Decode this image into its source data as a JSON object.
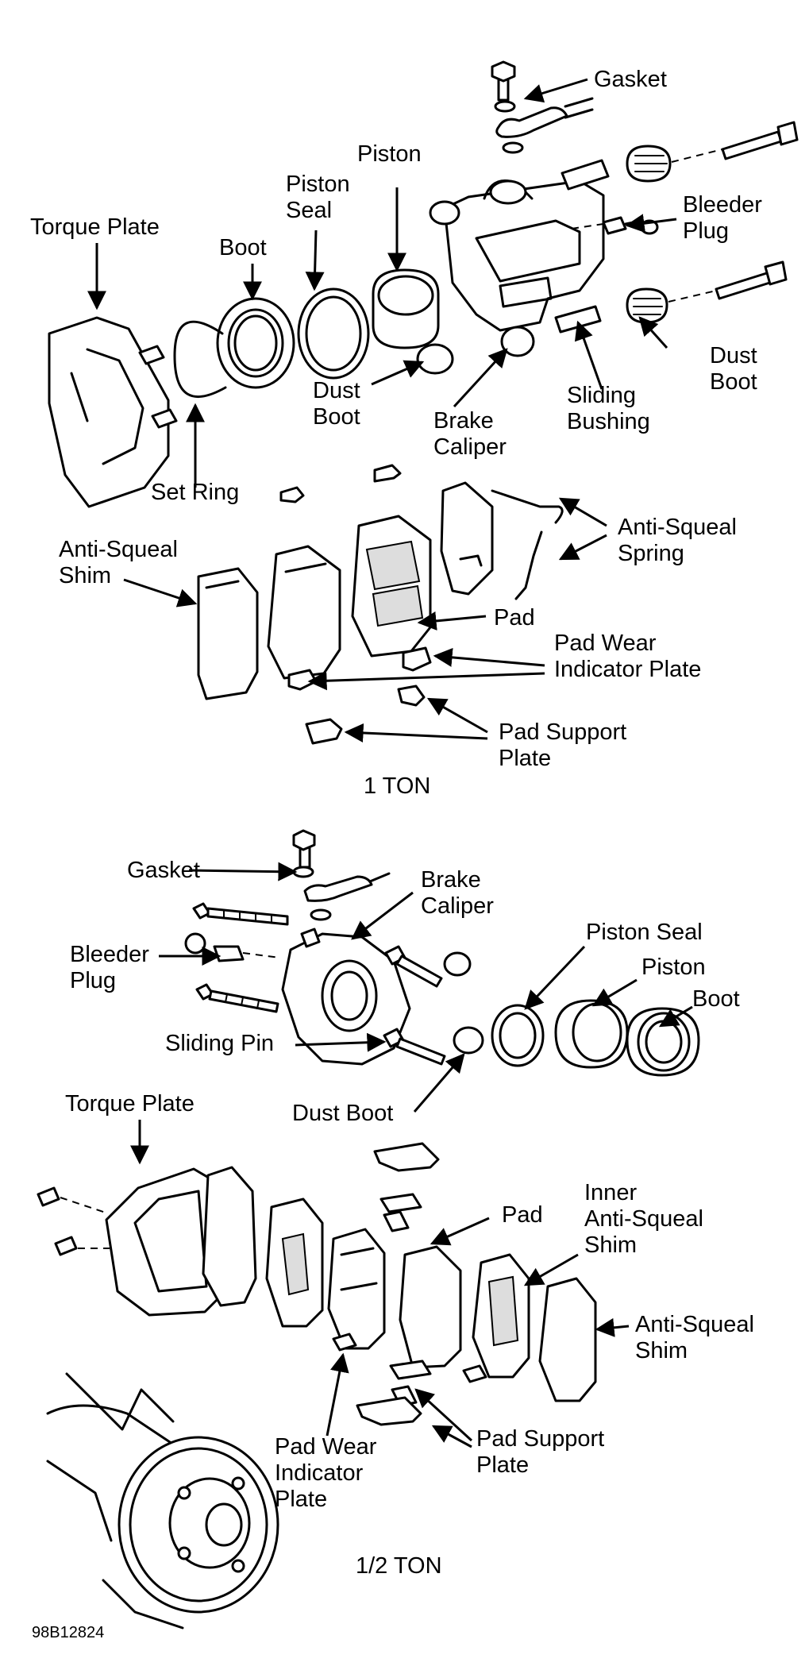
{
  "diagram": {
    "top_section": {
      "caption": "1 TON",
      "labels": {
        "gasket": "Gasket",
        "piston": "Piston",
        "piston_seal": "Piston\nSeal",
        "bleeder_plug": "Bleeder\nPlug",
        "torque_plate": "Torque Plate",
        "boot": "Boot",
        "dust_boot_right": "Dust\nBoot",
        "dust_boot_left": "Dust\nBoot",
        "brake_caliper": "Brake\nCaliper",
        "sliding_bushing": "Sliding\nBushing",
        "set_ring": "Set Ring",
        "anti_squeal_spring": "Anti-Squeal\nSpring",
        "anti_squeal_shim": "Anti-Squeal\nShim",
        "pad": "Pad",
        "pad_wear_indicator_plate": "Pad Wear\nIndicator Plate",
        "pad_support_plate": "Pad Support\nPlate"
      }
    },
    "bottom_section": {
      "caption": "1/2 TON",
      "labels": {
        "gasket": "Gasket",
        "brake_caliper": "Brake\nCaliper",
        "piston_seal": "Piston Seal",
        "piston": "Piston",
        "boot": "Boot",
        "bleeder_plug": "Bleeder\nPlug",
        "sliding_pin": "Sliding Pin",
        "dust_boot": "Dust Boot",
        "torque_plate": "Torque Plate",
        "pad": "Pad",
        "inner_anti_squeal_shim": "Inner\nAnti-Squeal\nShim",
        "anti_squeal_shim": "Anti-Squeal\nShim",
        "pad_wear_indicator_plate": "Pad Wear\nIndicator\nPlate",
        "pad_support_plate": "Pad Support\nPlate"
      }
    },
    "figure_code": "98B12824"
  }
}
